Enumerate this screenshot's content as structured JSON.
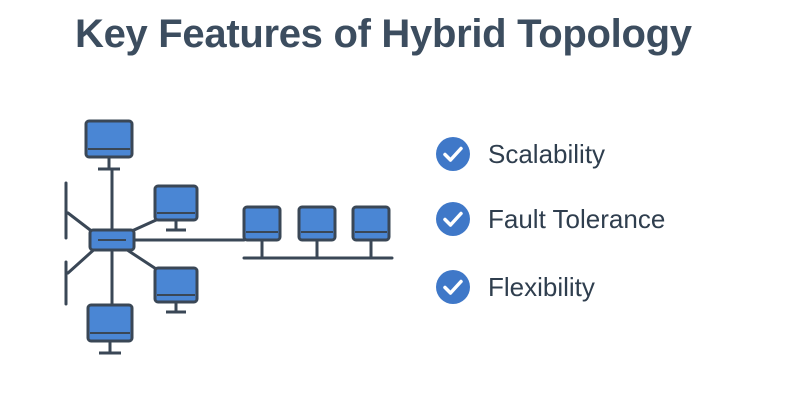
{
  "title": "Key Features of Hybrid Topology",
  "colors": {
    "title_text": "#3c4d5f",
    "feature_text": "#2f3e4e",
    "device_fill": "#4a86d4",
    "device_outline": "#3a4756",
    "check_fill": "#3f78c8",
    "check_mark": "#ffffff"
  },
  "diagram": {
    "star_hub": {
      "icon": "network-switch-icon"
    },
    "star_nodes": [
      {
        "icon": "computer-icon"
      },
      {
        "icon": "computer-icon"
      },
      {
        "icon": "computer-icon"
      },
      {
        "icon": "computer-icon"
      }
    ],
    "bus_nodes": [
      {
        "icon": "computer-icon"
      },
      {
        "icon": "computer-icon"
      },
      {
        "icon": "computer-icon"
      }
    ]
  },
  "features": [
    {
      "icon": "check-circle-icon",
      "label": "Scalability"
    },
    {
      "icon": "check-circle-icon",
      "label": "Fault Tolerance"
    },
    {
      "icon": "check-circle-icon",
      "label": "Flexibility"
    }
  ]
}
